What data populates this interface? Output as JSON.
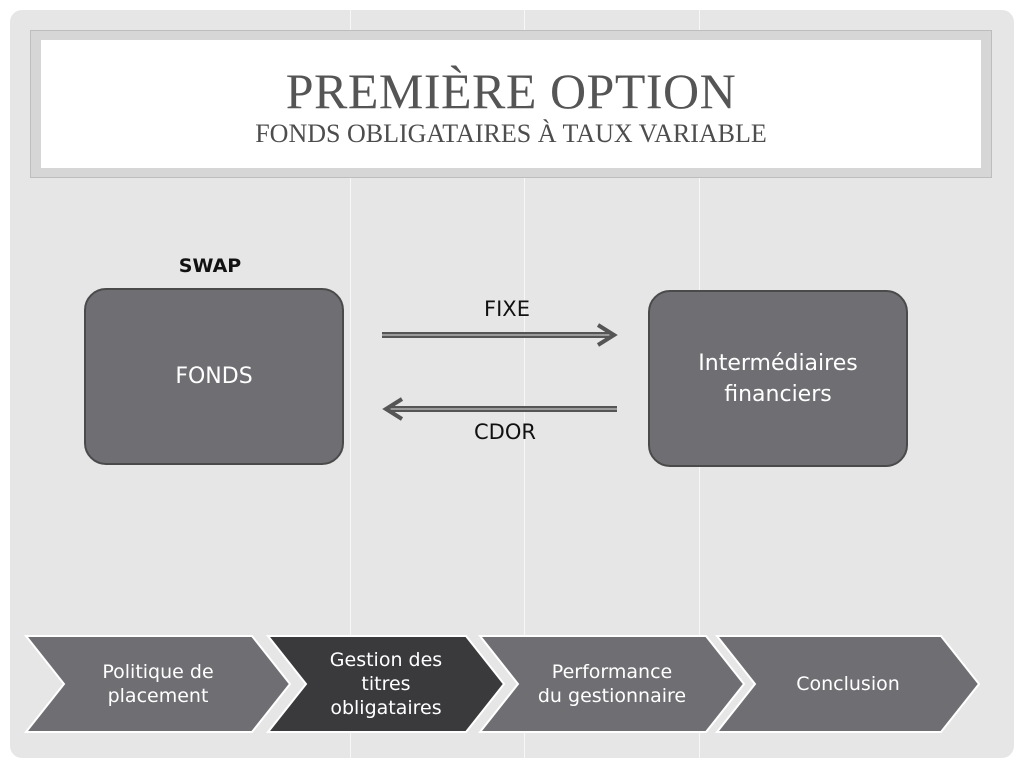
{
  "header": {
    "title": "PREMIÈRE OPTION",
    "subtitle": "FONDS OBLIGATAIRES À TAUX VARIABLE"
  },
  "diagram": {
    "swap_label": "SWAP",
    "left_box": "FONDS",
    "right_box": "Intermédiaires financiers",
    "top_arrow_label": "FIXE",
    "bottom_arrow_label": "CDOR"
  },
  "nav": {
    "items": [
      {
        "label": "Politique de placement",
        "active": false
      },
      {
        "label": "Gestion des titres obligataires",
        "active": true
      },
      {
        "label": "Performance du gestionnaire",
        "active": false
      },
      {
        "label": "Conclusion",
        "active": false
      }
    ]
  },
  "colors": {
    "background": "#e6e6e6",
    "box_fill": "#6f6e73",
    "nav_fill": "#6f6e73",
    "nav_active_fill": "#3a3a3d",
    "title_text": "#555555"
  }
}
